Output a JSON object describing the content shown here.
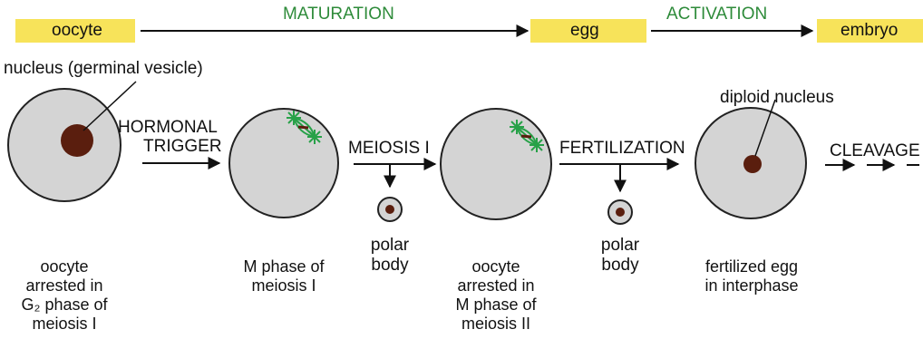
{
  "timeline": {
    "stages": [
      "oocyte",
      "egg",
      "embryo"
    ],
    "phases": [
      "MATURATION",
      "ACTIVATION"
    ]
  },
  "labels": {
    "nucleus": "nucleus (germinal vesicle)",
    "diploid_nucleus": "diploid nucleus",
    "hormonal_trigger_1": "HORMONAL",
    "hormonal_trigger_2": "TRIGGER",
    "meiosis_1": "MEIOSIS I",
    "fertilization": "FERTILIZATION",
    "cleavage": "CLEAVAGE",
    "polar_body_1": "polar",
    "polar_body_2": "body"
  },
  "captions": [
    [
      "oocyte",
      "arrested in",
      "G₂ phase of",
      "meiosis I"
    ],
    [
      "M phase of",
      "meiosis I"
    ],
    [
      "oocyte",
      "arrested in",
      "M phase of",
      "meiosis II"
    ],
    [
      "fertilized egg",
      "in interphase"
    ]
  ],
  "colors": {
    "stage_box": "#f7e35a",
    "phase_text": "#2e8b3a",
    "cell_fill": "#d4d4d4",
    "nucleus_fill": "#5a1e0e",
    "spindle": "#27a148"
  }
}
